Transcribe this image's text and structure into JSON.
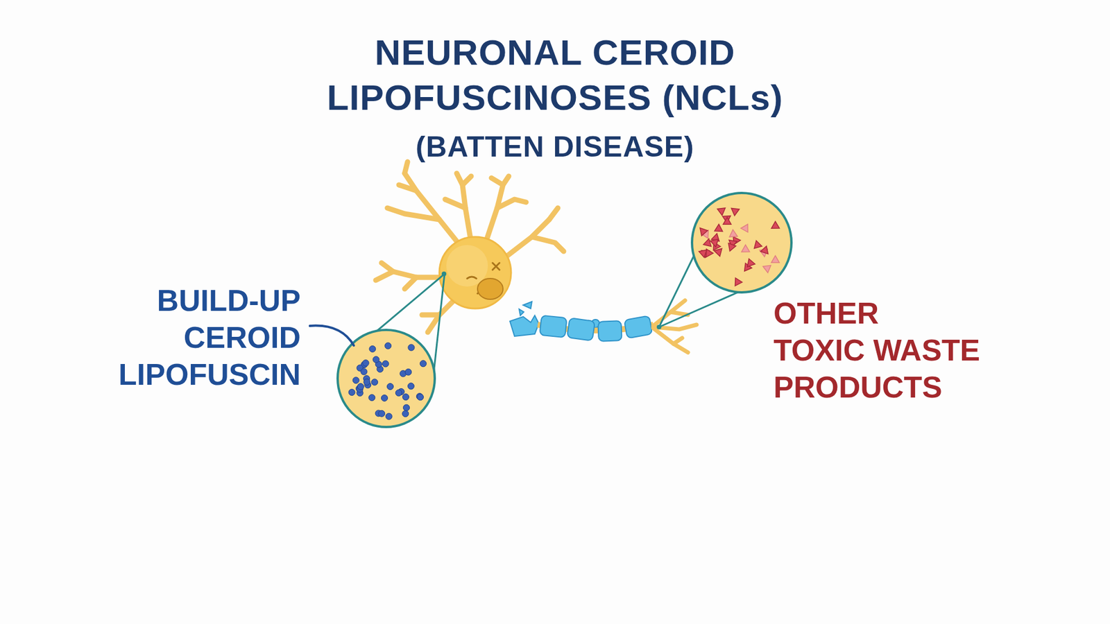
{
  "diagram": {
    "title": "NEURONAL CEROID LIPOFUSCINOSES (NCLs)",
    "labels": [
      "(BATTEN DISEASE)",
      "BUILD-UP CEROID LIPOFUSCIN",
      "OTHER TOXIC WASTE PRODUCTS"
    ]
  }
}
